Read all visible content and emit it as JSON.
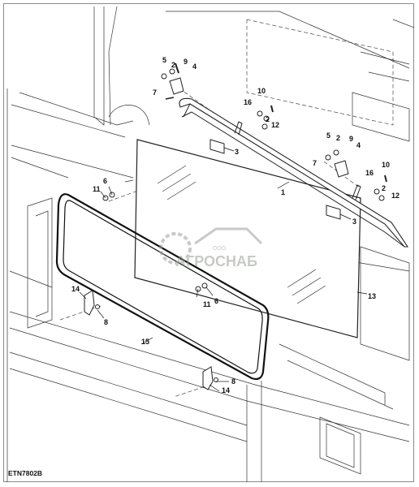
{
  "drawing": {
    "code": "ETN7802B",
    "accent": "#222222",
    "frame_color": "#8a8a8a"
  },
  "callouts": [
    "1",
    "2",
    "3",
    "4",
    "5",
    "6",
    "7",
    "8",
    "9",
    "10",
    "11",
    "12",
    "13",
    "14",
    "15",
    "16"
  ],
  "watermark": {
    "small": "ООО",
    "brand": "АГРОСНАБ",
    "color": "#9aa09a"
  }
}
